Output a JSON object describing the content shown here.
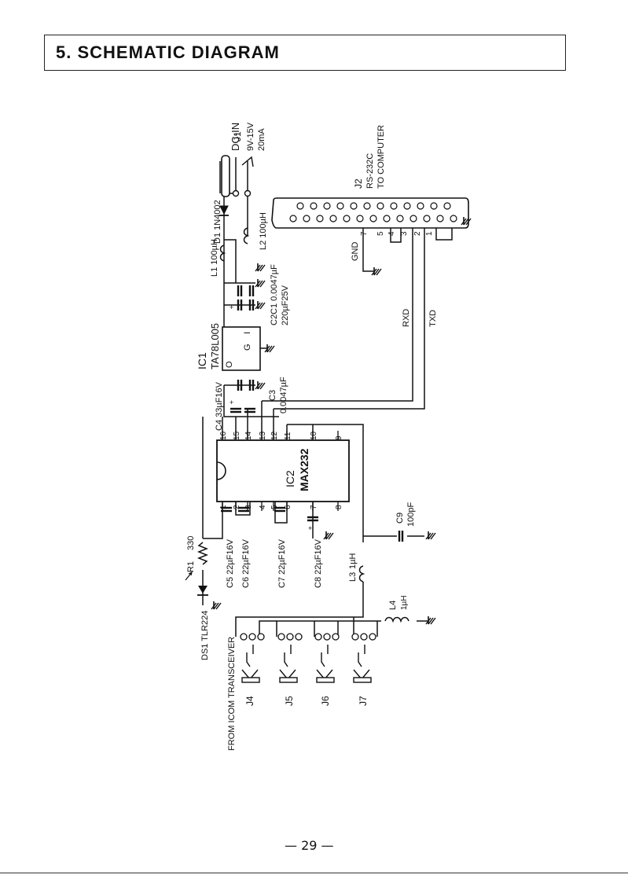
{
  "header": {
    "title": "5. SCHEMATIC DIAGRAM"
  },
  "footer": {
    "page_number": "— 29 —"
  },
  "diagram": {
    "labels": {
      "j1": "J1",
      "dc_in": "DC-IN",
      "dc_voltage": "9V-15V",
      "dc_current": "20mA",
      "d1": "D1 1N4002",
      "l1": "L1 100µH",
      "l2": "L2 100µH",
      "c1": "C1 0.0047µF",
      "c2_part": "C2",
      "c2_value": "220µF25V",
      "ic1": "IC1",
      "ic1_part": "TA78L005",
      "ic1_pin_i": "I",
      "ic1_pin_g": "G",
      "ic1_pin_o": "O",
      "c3_part": "C3",
      "c3_value": "0.0047µF",
      "c4": "C4 33µF16V",
      "ic2": "IC2",
      "ic2_part": "MAX232",
      "j2": "J2",
      "rs232": "RS-232C",
      "to_computer": "TO COMPUTER",
      "gnd": "GND",
      "rxd": "RXD",
      "txd": "TXD",
      "r1_part": "R1",
      "r1_value": "330",
      "ds1": "DS1 TLR224",
      "c5": "C5 22µF16V",
      "c6": "C6 22µF16V",
      "c7": "C7 22µF16V",
      "c8": "C8 22µF16V",
      "l3_part": "L3",
      "l3_value": "1µH",
      "c9_part": "C9",
      "c9_value": "100pF",
      "l4_part": "L4",
      "l4_value": "1µH",
      "from_icom": "FROM ICOM TRANSCEIVER",
      "j4": "J4",
      "j5": "J5",
      "j6": "J6",
      "j7": "J7",
      "plus": "+"
    },
    "ic2_pins_top": [
      "16",
      "15",
      "14",
      "13",
      "12",
      "11",
      "10",
      "9"
    ],
    "ic2_pins_bottom": [
      "1",
      "2",
      "3",
      "4",
      "5",
      "6",
      "7",
      "8"
    ],
    "j2_pins_visible": [
      "7",
      "5",
      "4",
      "3",
      "2",
      "1"
    ]
  }
}
